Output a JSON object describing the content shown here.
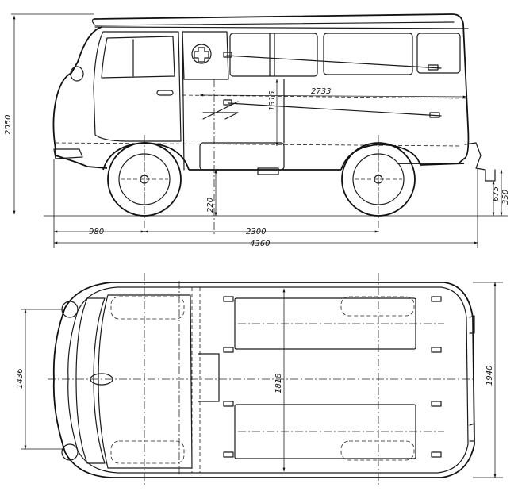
{
  "dimensions": {
    "overall_height": "2050",
    "rear_height": "1315",
    "wheelbase": "2300",
    "front_overhang": "980",
    "overall_length": "4360",
    "interior_length": "2733",
    "ground_clearance": "220",
    "step_height": "675",
    "bumper_height": "350",
    "front_track": "1436",
    "rear_track": "1818",
    "overall_width": "1940"
  },
  "symbols": {
    "red_cross": "medical-cross-icon"
  }
}
